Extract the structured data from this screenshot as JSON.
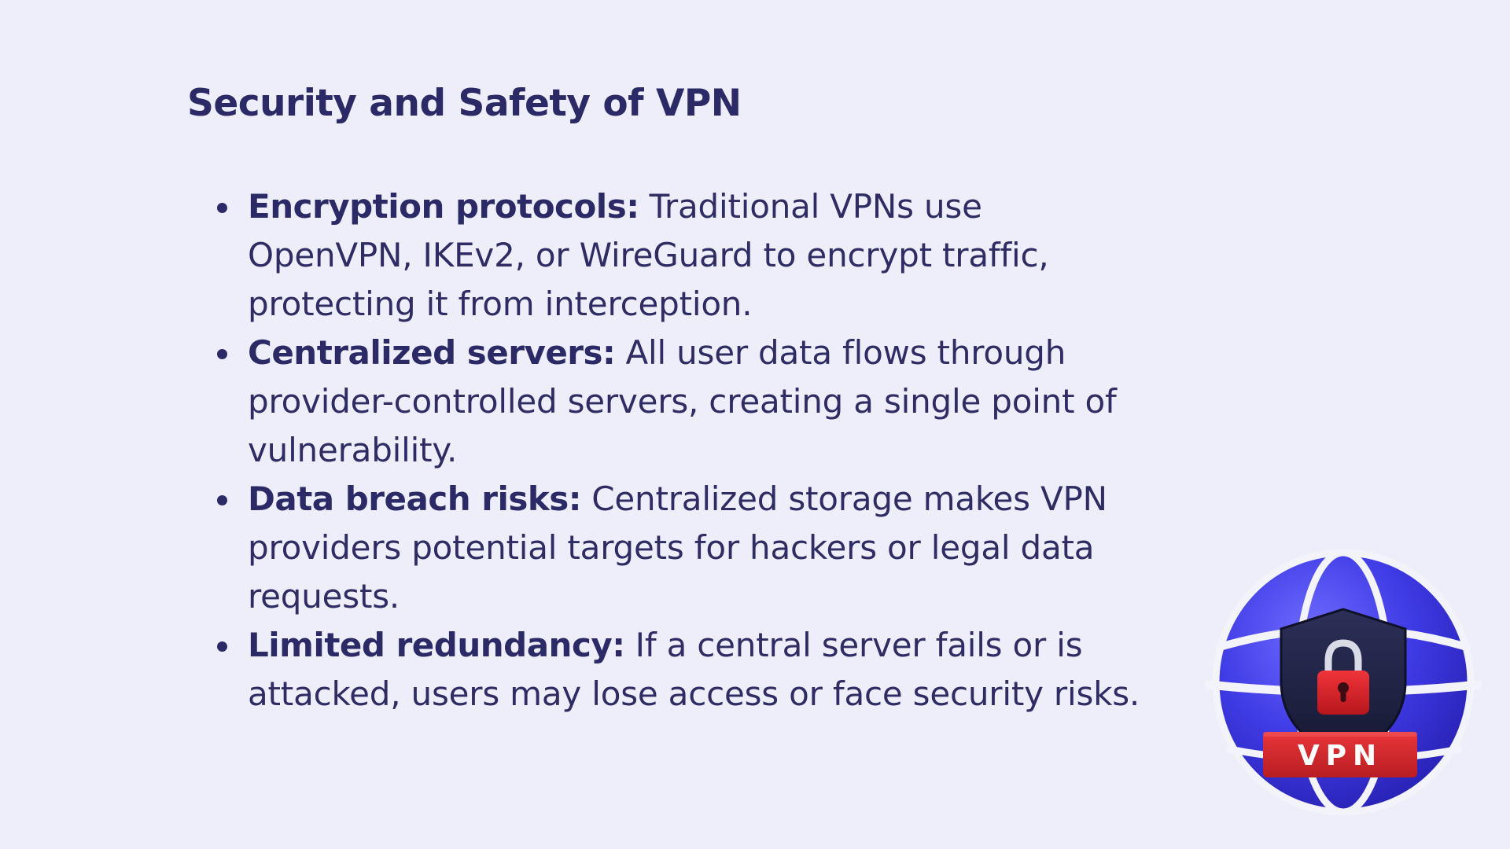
{
  "slide": {
    "title": "Security and Safety of VPN",
    "bullets": [
      {
        "term": "Encryption protocols:",
        "text": " Traditional VPNs use OpenVPN, IKEv2, or WireGuard to encrypt traffic, protecting it from interception."
      },
      {
        "term": "Centralized servers:",
        "text": " All user data flows through provider-controlled servers, creating a single point of vulnerability."
      },
      {
        "term": "Data breach risks:",
        "text": " Centralized storage makes VPN providers potential targets for hackers or legal data requests."
      },
      {
        "term": "Limited redundancy:",
        "text": " If a central server fails or is attacked, users may lose access or face security risks."
      }
    ],
    "graphic": {
      "label": "VPN",
      "icon": "vpn-globe-lock-icon"
    }
  },
  "colors": {
    "background": "#eeeefa",
    "text": "#2b2a66",
    "globe": "#3d3ae0",
    "shield": "#1e2140",
    "lock": "#d8242c",
    "banner": "#d42a2e"
  }
}
